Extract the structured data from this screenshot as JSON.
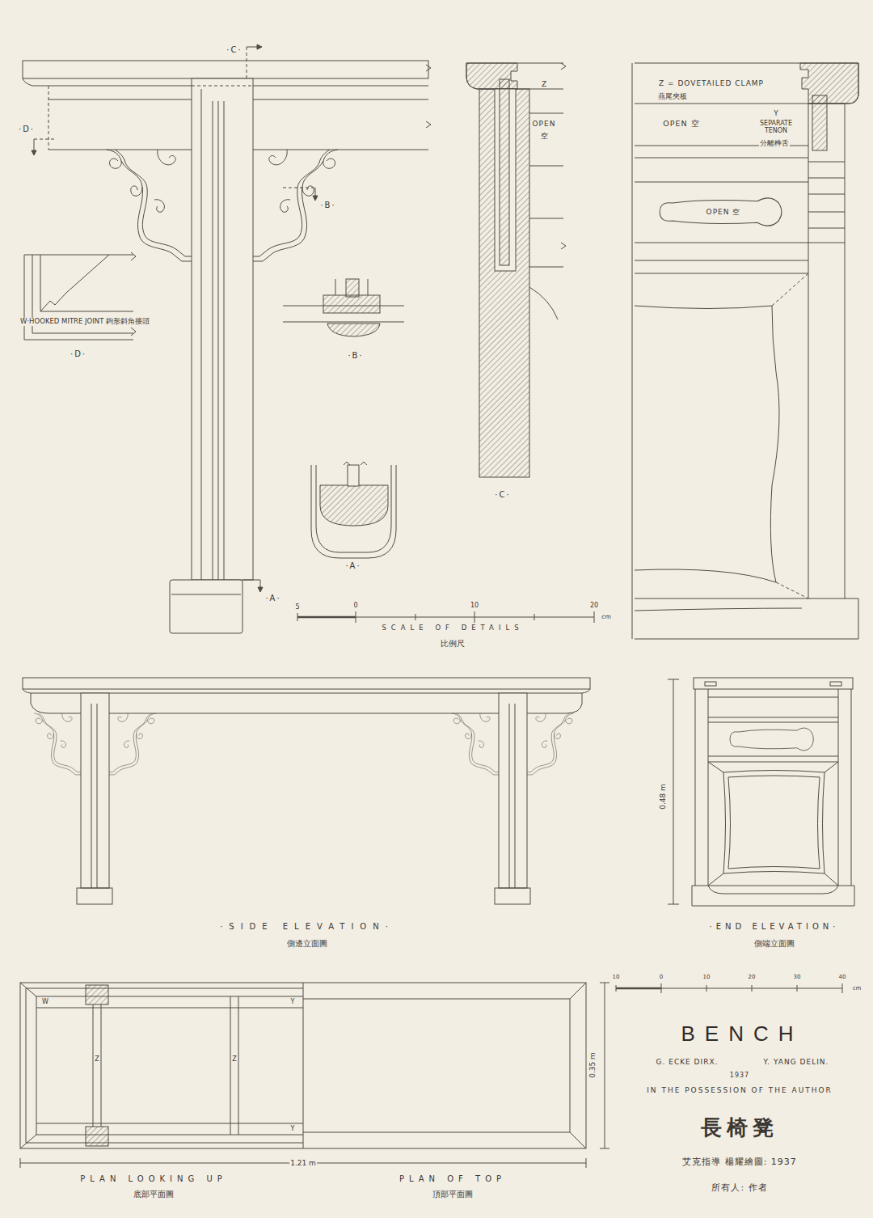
{
  "diagram": {
    "title": "BENCH",
    "labels": [
      "·C·",
      "·D·",
      "·B·",
      "W·HOOKED MITRE JOINT 鉤形斜角接頭",
      "·D·",
      "·B·",
      "·A·",
      "·A·",
      "Z",
      "OPEN",
      "空",
      "Z = DOVETAILED CLAMP",
      "燕尾夾板",
      "OPEN 空",
      "Y",
      "SEPARATE TENON",
      "分離榫舌",
      "OPEN 空",
      "5",
      "0",
      "10",
      "20",
      "cm",
      "SCALE OF DETAILS",
      "比例尺",
      "·C·",
      "·SIDE ELEVATION·",
      "側邊立面圖",
      "0.48 m",
      "·END ELEVATION·",
      "側端立面圖",
      "W",
      "Y",
      "Z",
      "Z",
      "Y",
      "1.21 m",
      "0.35 m",
      "PLAN LOOKING UP",
      "底部平面圖",
      "PLAN OF TOP",
      "頂部平面圖",
      "10",
      "0",
      "10",
      "20",
      "30",
      "40",
      "cm",
      "G. ECKE DIRX.",
      "Y. YANG DELIN.",
      "1937",
      "IN THE POSSESSION OF THE AUTHOR",
      "長椅凳",
      "艾克指導 楊耀繪圖: 1937",
      "所有人: 作者"
    ]
  }
}
